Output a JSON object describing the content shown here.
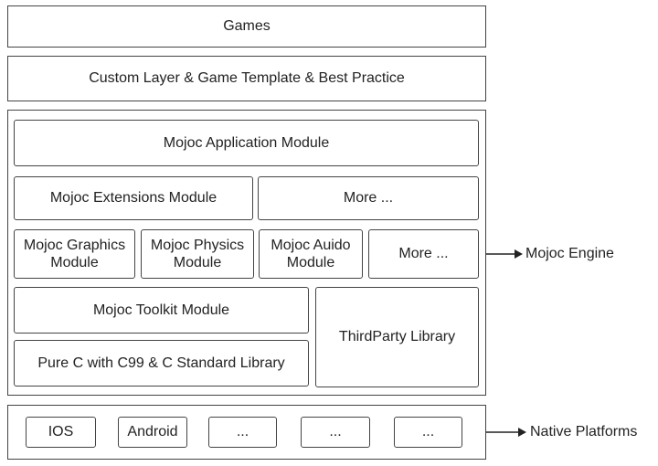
{
  "layers": {
    "games": "Games",
    "custom": "Custom Layer & Game Template & Best Practice"
  },
  "engine": {
    "label": "Mojoc Engine",
    "application": "Mojoc Application Module",
    "extensions": "Mojoc Extensions Module",
    "more_top": "More ...",
    "graphics": "Mojoc Graphics Module",
    "physics": "Mojoc Physics Module",
    "auido": "Mojoc Auido Module",
    "more_mid": "More ...",
    "toolkit": "Mojoc Toolkit Module",
    "purec": "Pure C with C99 & C Standard Library",
    "thirdparty": "ThirdParty Library"
  },
  "platforms": {
    "label": "Native Platforms",
    "items": [
      "IOS",
      "Android",
      "...",
      "...",
      "..."
    ]
  }
}
